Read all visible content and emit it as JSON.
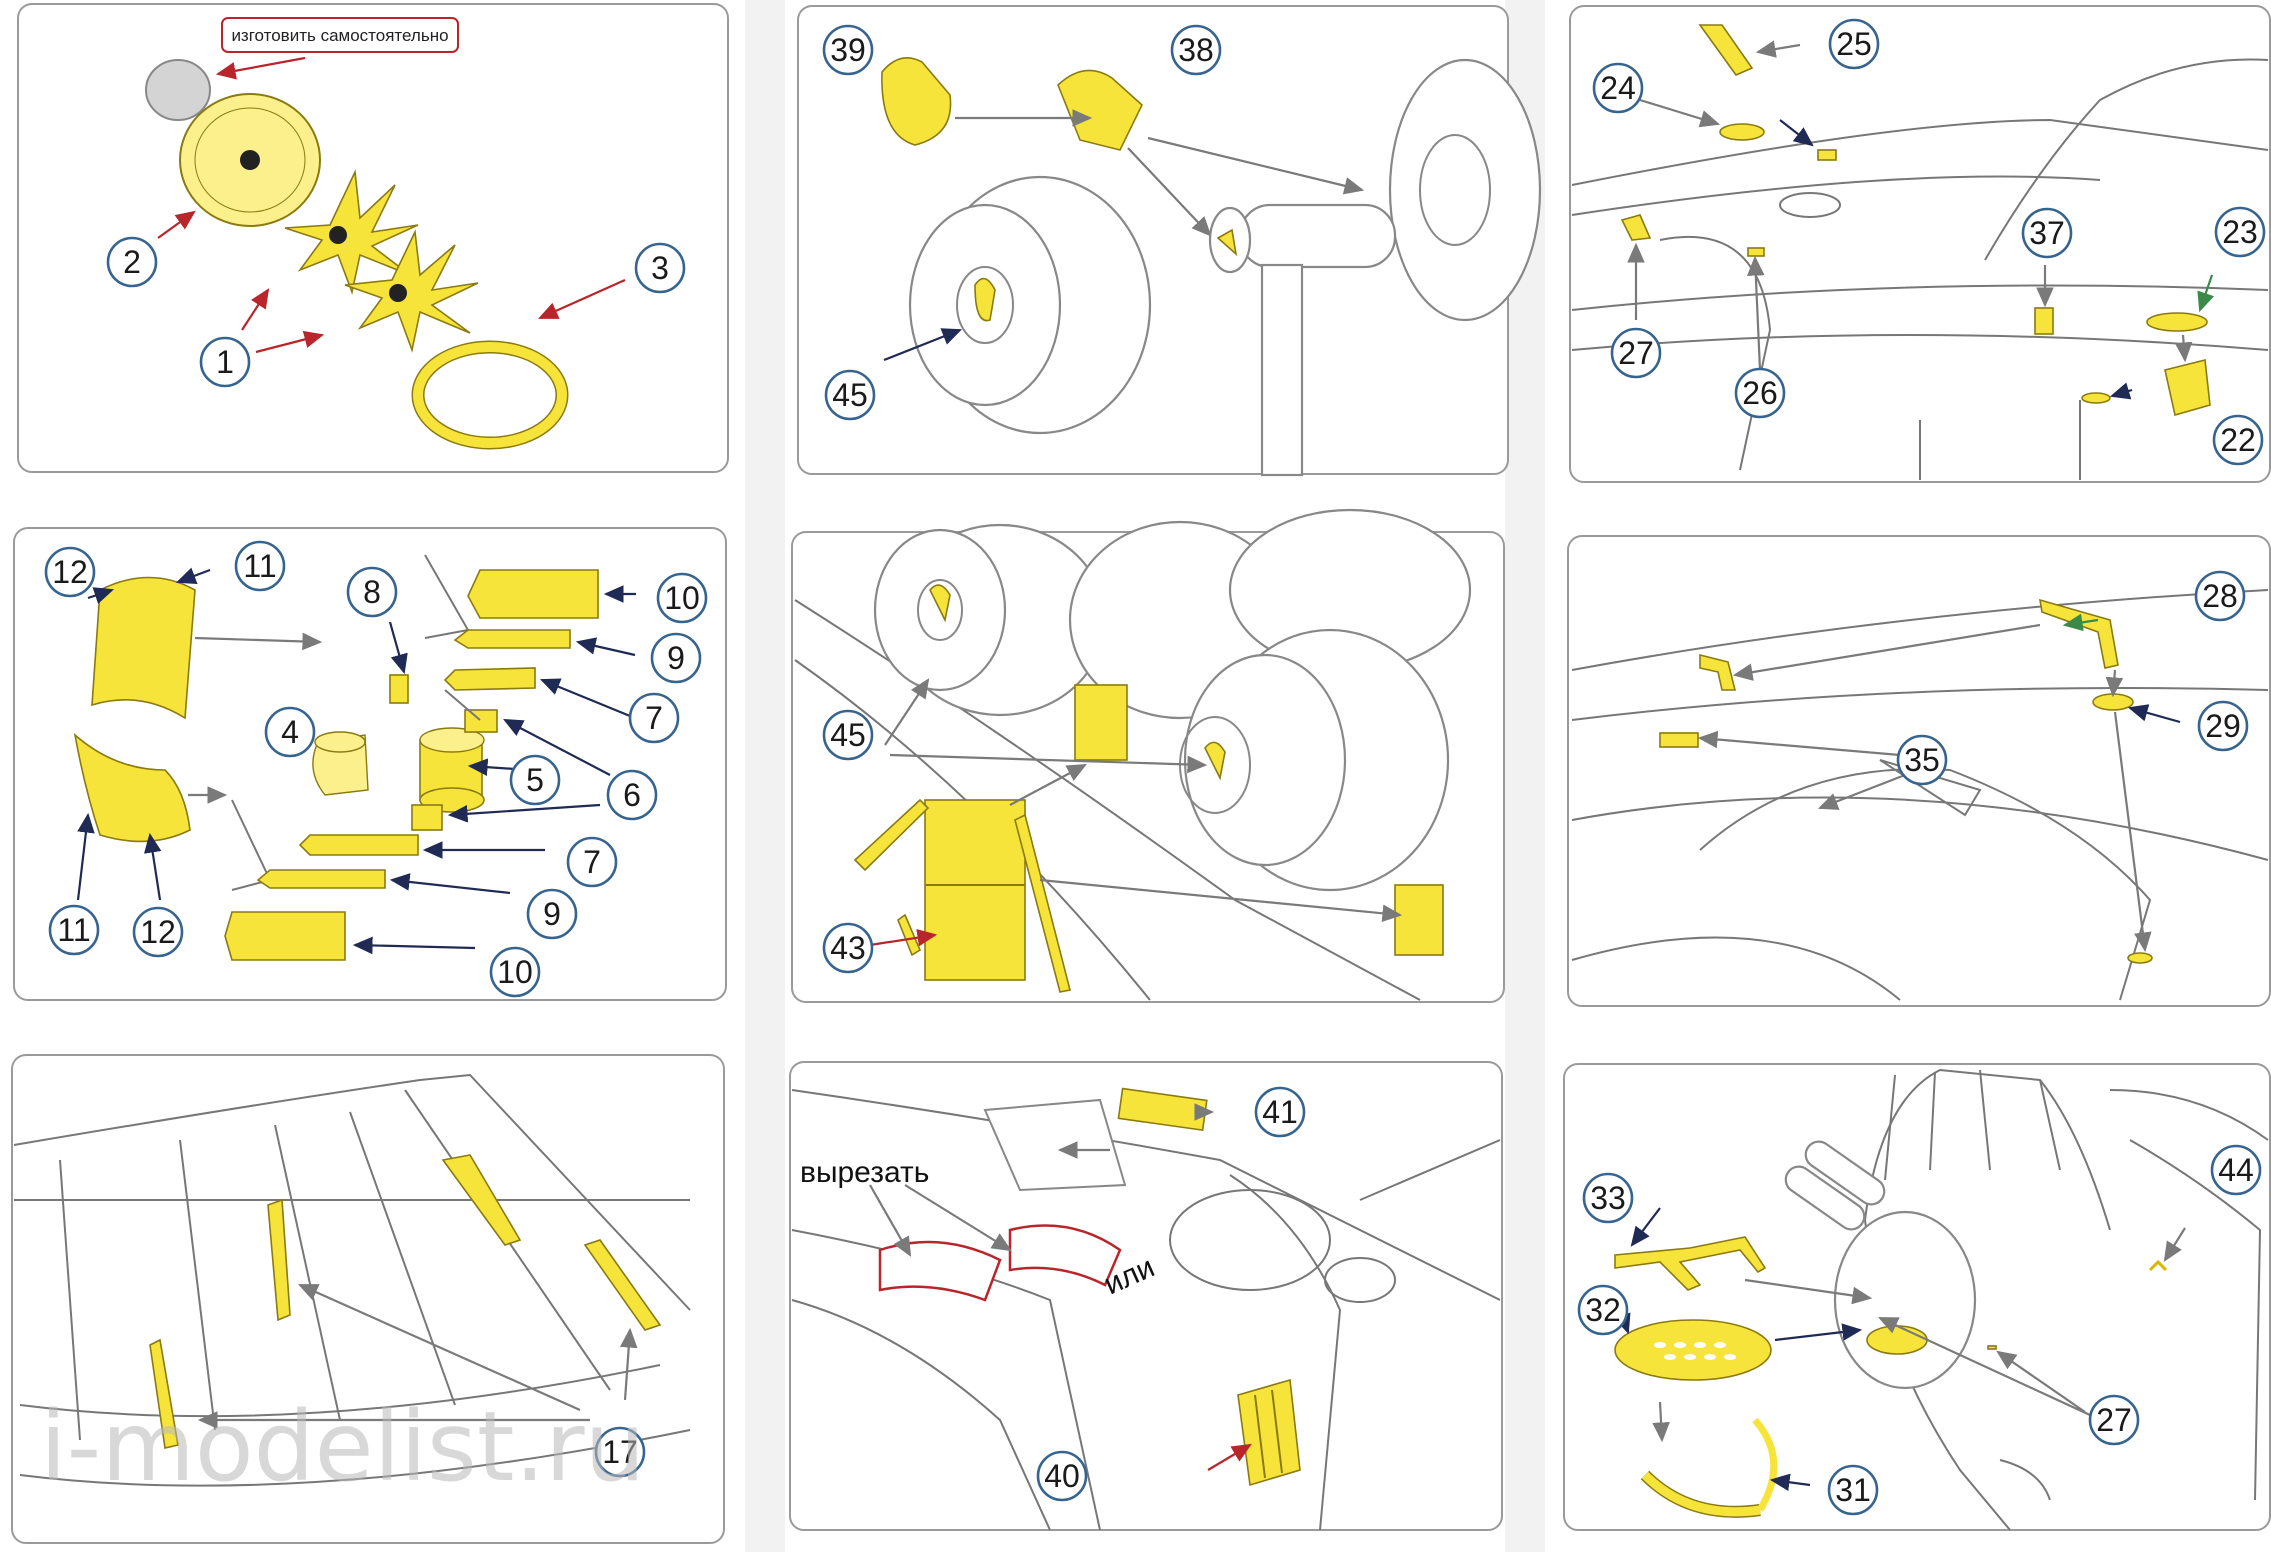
{
  "notes": {
    "make_yourself": "изготовить самостоятельно",
    "cut_out": "вырезать",
    "or": "или"
  },
  "watermark": "i-modelist.ru",
  "callouts": {
    "p1": [
      "1",
      "2",
      "3"
    ],
    "p2": [
      "4",
      "5",
      "6",
      "7",
      "7",
      "8",
      "9",
      "9",
      "10",
      "10",
      "11",
      "11",
      "12",
      "12"
    ],
    "p3": [
      "17"
    ],
    "p4": [
      "38",
      "39",
      "45"
    ],
    "p5": [
      "43",
      "45"
    ],
    "p6": [
      "40",
      "41"
    ],
    "p7": [
      "22",
      "23",
      "24",
      "25",
      "26",
      "27",
      "37"
    ],
    "p8": [
      "28",
      "29",
      "35"
    ],
    "p9": [
      "27",
      "31",
      "32",
      "33",
      "44"
    ]
  },
  "colors": {
    "photoetch_yellow": "#f7e43a",
    "callout_ring": "#37648f",
    "arrow_red": "#b8262b",
    "arrow_dark": "#1f2a55"
  }
}
